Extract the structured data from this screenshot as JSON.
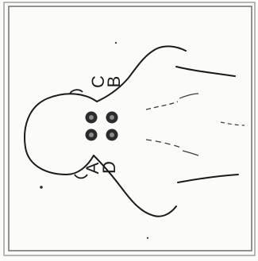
{
  "figure": {
    "labels": {
      "a": "A",
      "b": "B",
      "c": "C",
      "d": "D"
    },
    "colors": {
      "ink": "#1a1a1a",
      "paper": "#fbfbf9",
      "frame": "#7a7a7a",
      "electrode": "#2b2b2b"
    }
  }
}
